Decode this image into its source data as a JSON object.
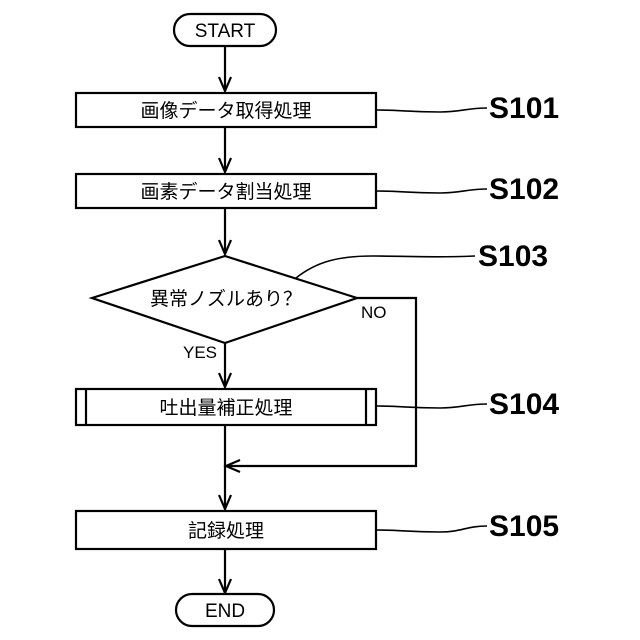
{
  "flowchart": {
    "start": "START",
    "end": "END",
    "steps": {
      "s101": {
        "label": "画像データ取得処理",
        "ref": "S101"
      },
      "s102": {
        "label": "画素データ割当処理",
        "ref": "S102"
      },
      "s103": {
        "label": "異常ノズルあり？",
        "ref": "S103"
      },
      "s104": {
        "label": "吐出量補正処理",
        "ref": "S104"
      },
      "s105": {
        "label": "記録処理",
        "ref": "S105"
      }
    },
    "branches": {
      "yes": "YES",
      "no": "NO"
    }
  }
}
